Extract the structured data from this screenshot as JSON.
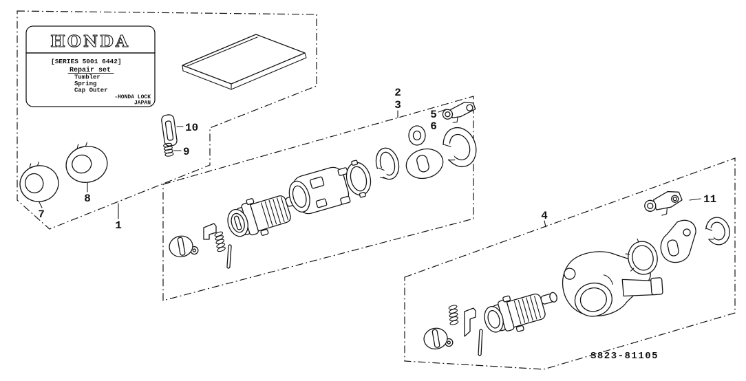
{
  "plate": {
    "brand": "HONDA",
    "series": "[SERIES 5001 6442]",
    "repair_set": "Repair set",
    "item_1": "Tumbler",
    "item_2": "Spring",
    "item_3": "Cap Outer",
    "maker": "-HONDA LOCK",
    "country": "JAPAN"
  },
  "callouts": {
    "c1": "1",
    "c2": "2",
    "c3": "3",
    "c4": "4",
    "c5": "5",
    "c6": "6",
    "c7": "7",
    "c8": "8",
    "c9": "9",
    "c10": "10",
    "c11": "11"
  },
  "footer": {
    "part_code": "S823-81105"
  }
}
